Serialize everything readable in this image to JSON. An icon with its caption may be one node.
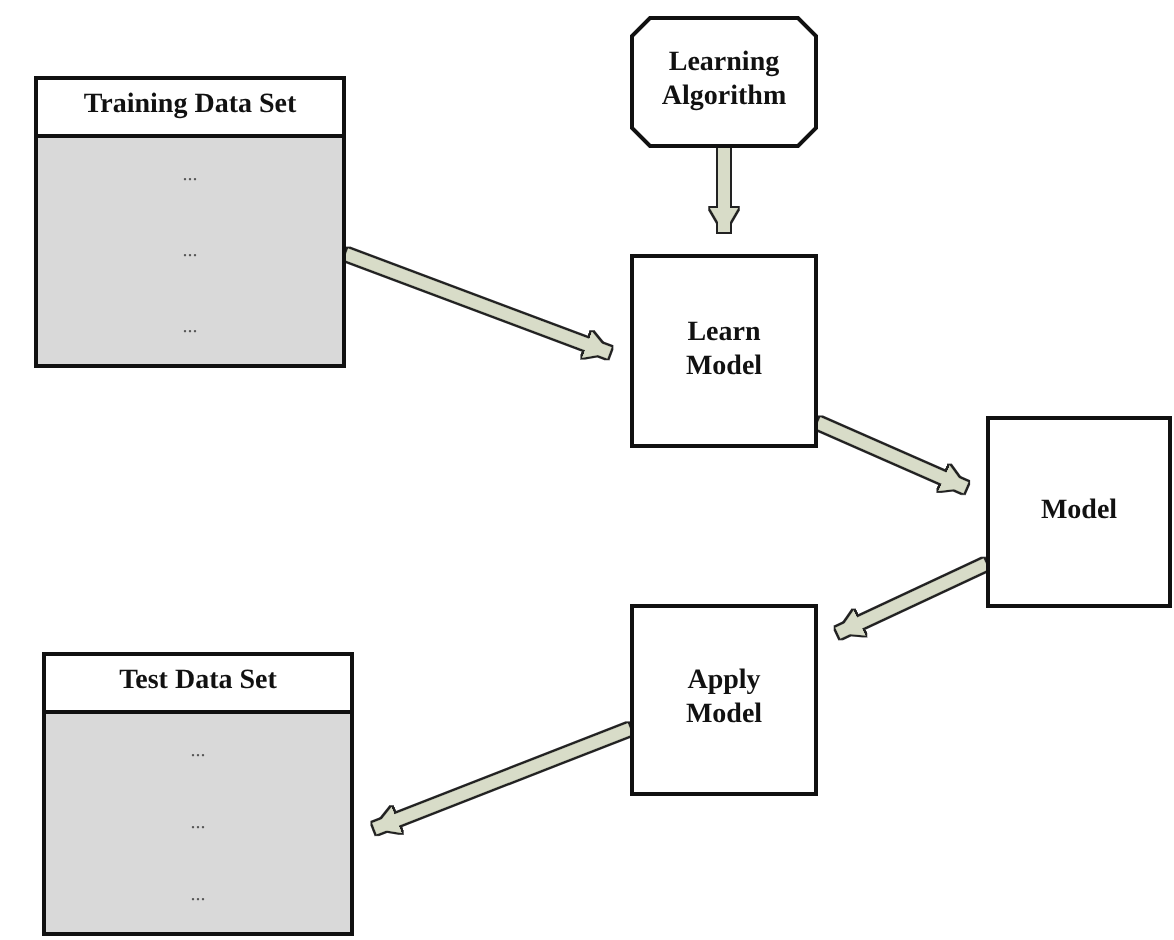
{
  "diagram": {
    "nodes": [
      {
        "text": [
          "Training Data Set",
          "...",
          "...",
          "..."
        ]
      },
      {
        "text": [
          "Learning Algorithm"
        ]
      },
      {
        "text": [
          "Learn Model"
        ]
      },
      {
        "text": [
          "Model"
        ]
      },
      {
        "text": [
          "Apply Model"
        ]
      },
      {
        "text": [
          "Test Data Set",
          "...",
          "...",
          "..."
        ]
      }
    ],
    "edges": [
      {
        "from": 0,
        "to": 2,
        "arrow": "to"
      },
      {
        "from": 1,
        "to": 2,
        "arrow": "to"
      },
      {
        "from": 2,
        "to": 3,
        "arrow": "to"
      },
      {
        "from": 3,
        "to": 4,
        "arrow": "to"
      },
      {
        "from": 4,
        "to": 5,
        "arrow": "to"
      }
    ]
  }
}
